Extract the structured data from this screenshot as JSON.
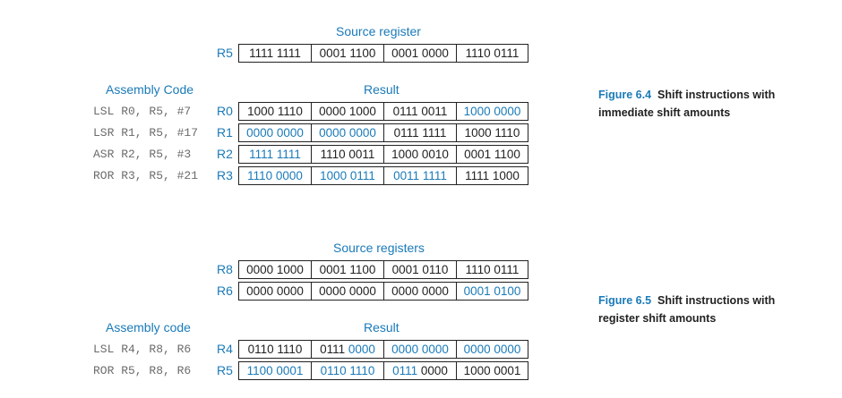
{
  "fig4": {
    "source_header": "Source register",
    "source": {
      "reg": "R5",
      "cells": [
        [
          "1111 1111",
          ""
        ],
        [
          "0001 1100",
          ""
        ],
        [
          "0001 0000",
          ""
        ],
        [
          "1110 0111",
          ""
        ]
      ]
    },
    "asm_header": "Assembly Code",
    "result_header": "Result",
    "rows": [
      {
        "code": "LSL R0, R5, #7 ",
        "reg": "R0",
        "cells": [
          [
            "1000 1110",
            ""
          ],
          [
            "0000 1000",
            ""
          ],
          [
            "0111 0011",
            ""
          ],
          [
            "",
            "1000 0000"
          ]
        ]
      },
      {
        "code": "LSR R1, R5, #17",
        "reg": "R1",
        "cells": [
          [
            "",
            "0000 0000"
          ],
          [
            "",
            "0000 0000"
          ],
          [
            "0111 1111",
            ""
          ],
          [
            "1000 1110",
            ""
          ]
        ]
      },
      {
        "code": "ASR R2, R5, #3 ",
        "reg": "R2",
        "cells": [
          [
            "",
            "1111 1111"
          ],
          [
            "1110 0011",
            ""
          ],
          [
            "1000 0010",
            ""
          ],
          [
            "0001 1100",
            ""
          ]
        ]
      },
      {
        "code": "ROR R3, R5, #21",
        "reg": "R3",
        "cells": [
          [
            "",
            "1110 0000"
          ],
          [
            "",
            "1000 0111"
          ],
          [
            "",
            "0011 1111"
          ],
          [
            "1111 1000",
            ""
          ]
        ]
      }
    ],
    "caption_fig": "Figure 6.4",
    "caption_text": "Shift instructions with immediate shift amounts"
  },
  "fig5": {
    "source_header": "Source registers",
    "sources": [
      {
        "reg": "R8",
        "cells": [
          [
            "0000 1000",
            ""
          ],
          [
            "0001 1100",
            ""
          ],
          [
            "0001 0110",
            ""
          ],
          [
            "1110 0111",
            ""
          ]
        ]
      },
      {
        "reg": "R6",
        "cells": [
          [
            "0000 0000",
            ""
          ],
          [
            "0000 0000",
            ""
          ],
          [
            "0000 0000",
            ""
          ],
          [
            "",
            "0001 0100"
          ]
        ]
      }
    ],
    "asm_header": "Assembly code",
    "result_header": "Result",
    "rows": [
      {
        "code": "LSL R4, R8, R6",
        "reg": "R4",
        "cells": [
          [
            "0110 1110",
            ""
          ],
          [
            "0111 ",
            "0000"
          ],
          [
            "",
            "0000 0000"
          ],
          [
            "",
            "0000 0000"
          ]
        ]
      },
      {
        "code": "ROR R5, R8, R6",
        "reg": "R5",
        "cells": [
          [
            "",
            "1100 0001"
          ],
          [
            "",
            "0110 1110"
          ],
          [
            "",
            "0111 ",
            "0000"
          ],
          [
            "1000 0001",
            ""
          ]
        ]
      }
    ],
    "caption_fig": "Figure 6.5",
    "caption_text": "Shift instructions with register shift amounts"
  }
}
